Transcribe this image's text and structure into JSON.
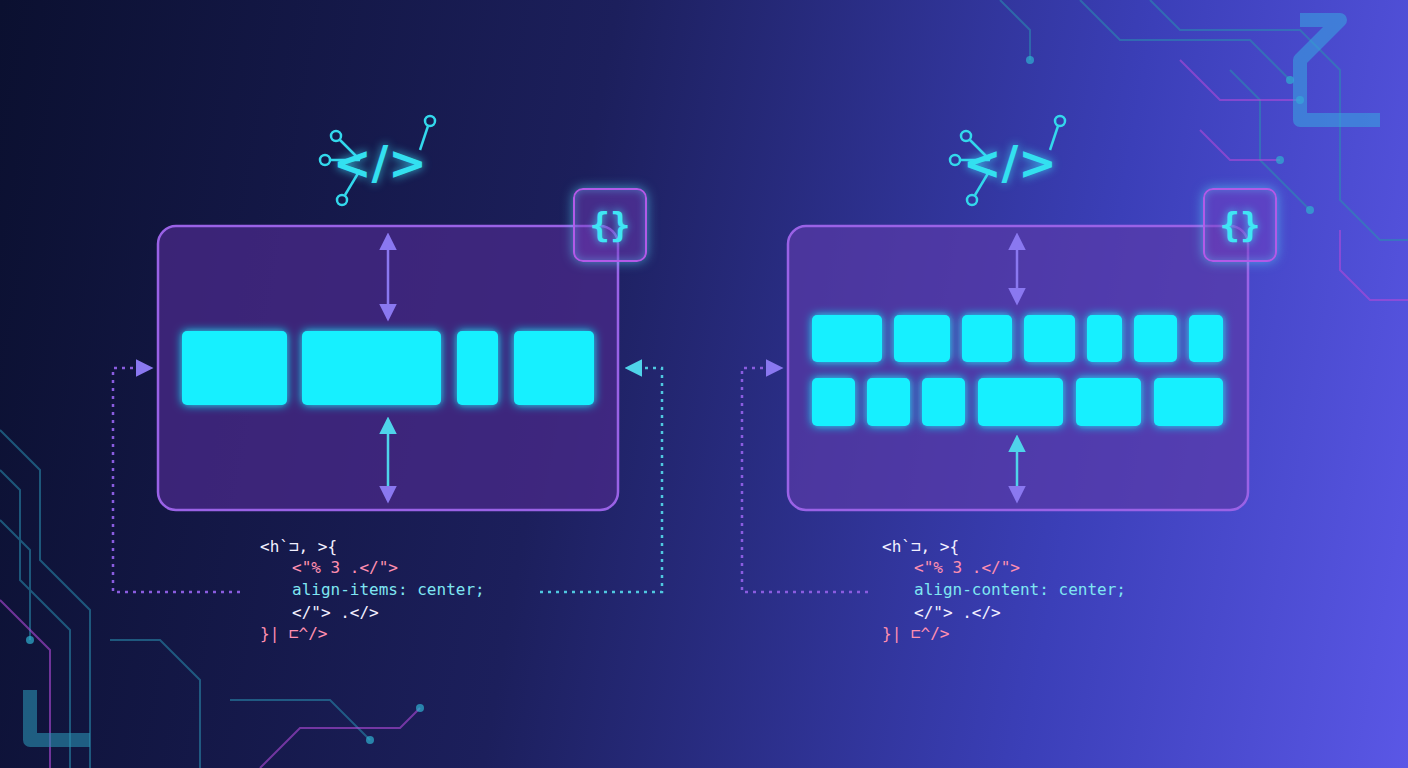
{
  "diagram": {
    "nodes": [
      {
        "text": [
          "{}"
        ]
      },
      {
        "text": [
          "{}"
        ]
      }
    ],
    "labels": [
      "</>",
      "<h`⊐, >{",
      "<\"% 3 .</\">",
      "align-items: center;",
      "</\"> .</>",
      "}| ⊏^/>",
      "</>",
      "<h`⊐, >{",
      "<\"% 3 .</\">",
      "align-content: center;",
      "</\"> .</>",
      "}| ⊏^/>"
    ]
  }
}
